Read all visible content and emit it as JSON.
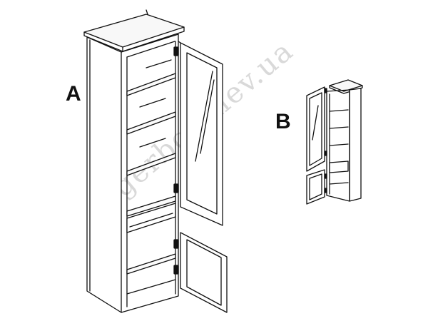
{
  "labels": {
    "a": "A",
    "b": "B"
  },
  "watermark": "gerbor.kiev.ua",
  "colors": {
    "stroke": "#111111",
    "background": "#ffffff",
    "fill_light": "#f4f4f4",
    "watermark": "#d9d9d9"
  }
}
